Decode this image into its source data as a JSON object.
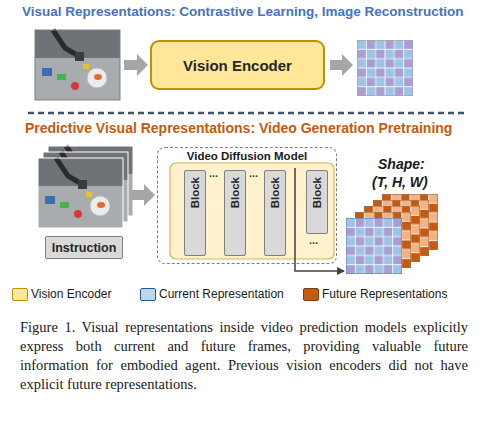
{
  "diagram": {
    "caption": "Figure 1. Visual representations inside video prediction models explicitly express both current and future frames, providing valuable future information for embodied agent. Previous vision encoders did not have explicit future representations.",
    "nodes": [
      {
        "text": [
          "Vision Encoder"
        ]
      },
      {
        "text": [
          "Video Diffusion Model"
        ]
      },
      {
        "text": [
          "Block"
        ],
        "in": 1
      },
      {
        "text": [
          "Block"
        ],
        "in": 1
      },
      {
        "text": [
          "Block"
        ],
        "in": 1
      },
      {
        "text": [
          "Block"
        ],
        "in": 1
      },
      {
        "text": [
          "Instruction"
        ]
      }
    ],
    "labels": [
      "Visual Representations: Contrastive Learning, Image Reconstruction",
      "Predictive Visual Representations: Video Generation Pretraining",
      "...",
      "...",
      "...",
      "Shape:",
      "(T, H, W)"
    ],
    "legend": [
      {
        "text": "Vision Encoder",
        "color": "#ffe699"
      },
      {
        "text": "Current Representation",
        "color": "#bdd7ee"
      },
      {
        "text": "Future Representations",
        "color": "#c55a11"
      }
    ]
  }
}
